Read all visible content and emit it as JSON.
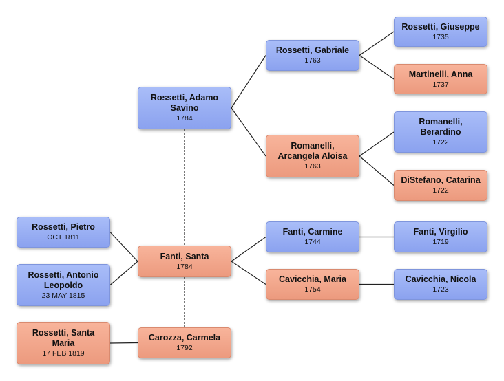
{
  "colors": {
    "male": "#8fa6f0",
    "female": "#f0a185",
    "line": "#222222"
  },
  "people": {
    "adamo": {
      "name": "Rossetti, Adamo Savino",
      "date": "1784",
      "sex": "male"
    },
    "gabriale": {
      "name": "Rossetti, Gabriale",
      "date": "1763",
      "sex": "male"
    },
    "giuseppe": {
      "name": "Rossetti, Giuseppe",
      "date": "1735",
      "sex": "male"
    },
    "anna": {
      "name": "Martinelli, Anna",
      "date": "1737",
      "sex": "female"
    },
    "arcangela": {
      "name": "Romanelli, Arcangela Aloisa",
      "date": "1763",
      "sex": "female"
    },
    "berardino": {
      "name": "Romanelli, Berardino",
      "date": "1722",
      "sex": "male"
    },
    "catarina": {
      "name": "DiStefano, Catarina",
      "date": "1722",
      "sex": "female"
    },
    "pietro": {
      "name": "Rossetti, Pietro",
      "date": "OCT 1811",
      "sex": "male"
    },
    "antonio": {
      "name": "Rossetti, Antonio Leopoldo",
      "date": "23 MAY 1815",
      "sex": "male"
    },
    "santa": {
      "name": "Fanti, Santa",
      "date": "1784",
      "sex": "female"
    },
    "carmine": {
      "name": "Fanti, Carmine",
      "date": "1744",
      "sex": "male"
    },
    "virgilio": {
      "name": "Fanti, Virgilio",
      "date": "1719",
      "sex": "male"
    },
    "maria": {
      "name": "Cavicchia, Maria",
      "date": "1754",
      "sex": "female"
    },
    "nicola": {
      "name": "Cavicchia, Nicola",
      "date": "1723",
      "sex": "male"
    },
    "santa_maria": {
      "name": "Rossetti, Santa Maria",
      "date": "17 FEB 1819",
      "sex": "female"
    },
    "carmela": {
      "name": "Carozza, Carmela",
      "date": "1792",
      "sex": "female"
    }
  },
  "relations": {
    "parent_links": [
      {
        "child": "adamo",
        "parent": "gabriale"
      },
      {
        "child": "adamo",
        "parent": "arcangela"
      },
      {
        "child": "gabriale",
        "parent": "giuseppe"
      },
      {
        "child": "gabriale",
        "parent": "anna"
      },
      {
        "child": "arcangela",
        "parent": "berardino"
      },
      {
        "child": "arcangela",
        "parent": "catarina"
      },
      {
        "child": "santa",
        "parent": "carmine"
      },
      {
        "child": "santa",
        "parent": "maria"
      },
      {
        "child": "carmine",
        "parent": "virgilio"
      },
      {
        "child": "maria",
        "parent": "nicola"
      },
      {
        "child": "pietro",
        "parent": "santa"
      },
      {
        "child": "antonio",
        "parent": "santa"
      },
      {
        "child": "santa_maria",
        "parent": "carmela"
      }
    ],
    "spouse_links": [
      {
        "a": "adamo",
        "b": "santa"
      },
      {
        "a": "santa",
        "b": "carmela"
      }
    ]
  }
}
